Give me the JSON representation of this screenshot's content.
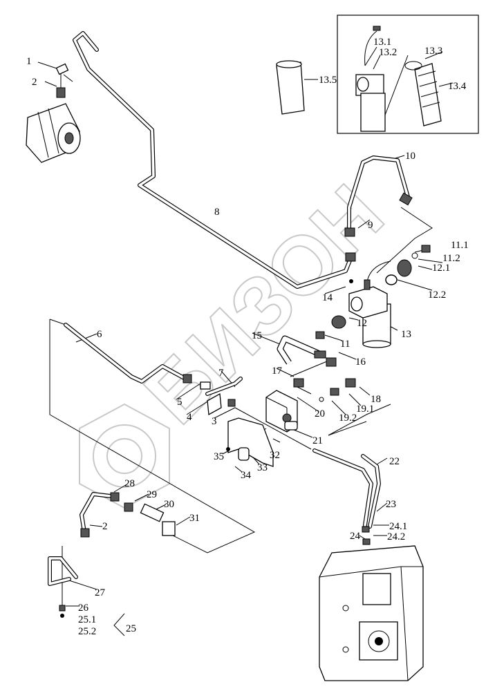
{
  "diagram": {
    "type": "exploded parts diagram",
    "watermark": "БИЗОН",
    "colors": {
      "line": "#000000",
      "watermark": "#c8c8c8",
      "background": "#ffffff"
    },
    "callouts": [
      "1",
      "2",
      "8",
      "13.1",
      "13.2",
      "13.3",
      "13.4",
      "13.5",
      "10",
      "9",
      "11.1",
      "11.2",
      "12.1",
      "12.2",
      "14",
      "13",
      "12",
      "11",
      "15",
      "6",
      "16",
      "17",
      "18",
      "19.1",
      "19.2",
      "20",
      "7",
      "5",
      "4",
      "3",
      "21",
      "22",
      "35",
      "32",
      "33",
      "34",
      "28",
      "29",
      "30",
      "31",
      "23",
      "24.1",
      "24.2",
      "24",
      "2",
      "27",
      "26",
      "25.1",
      "25.2",
      "25"
    ]
  }
}
